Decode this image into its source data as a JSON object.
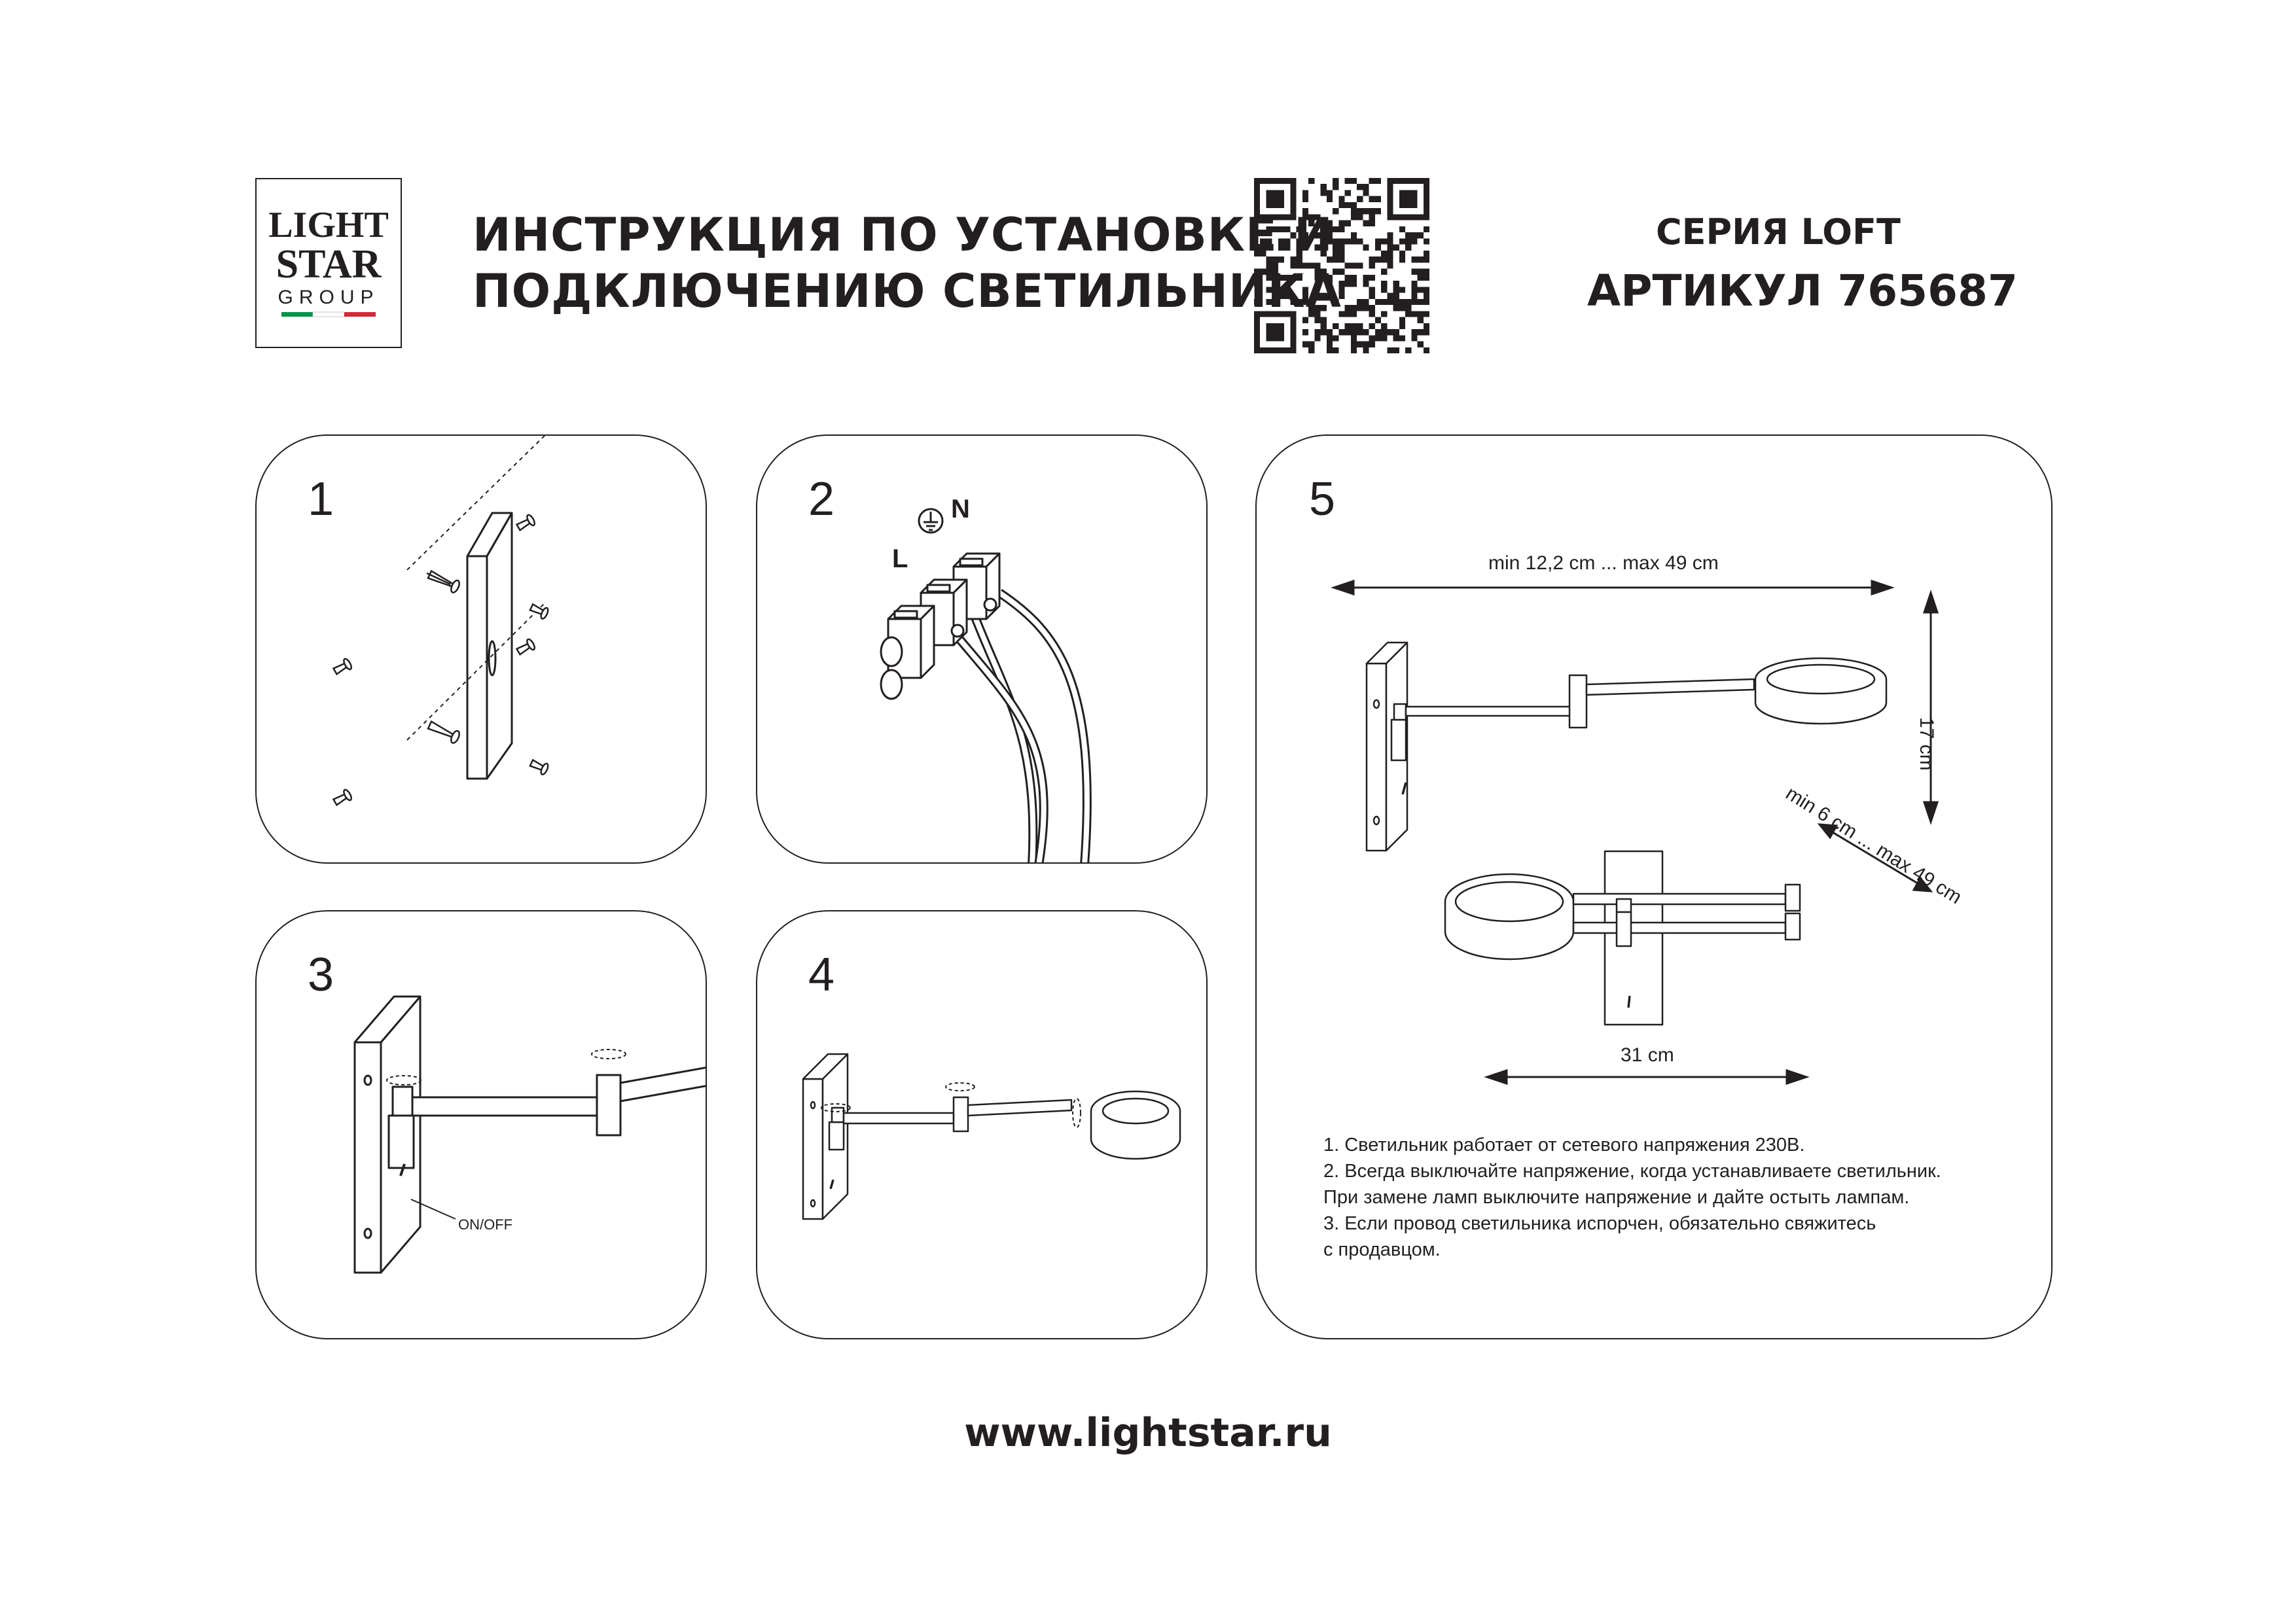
{
  "header": {
    "logo_text": [
      "LIGHT",
      "STAR",
      "GROUP"
    ],
    "title_line1": "ИНСТРУКЦИЯ ПО УСТАНОВКЕ И",
    "title_line2": "ПОДКЛЮЧЕНИЮ СВЕТИЛЬНИКА",
    "series": "СЕРИЯ LOFT",
    "article": "АРТИКУЛ 765687"
  },
  "panels": [
    {
      "number": "1"
    },
    {
      "number": "2",
      "labels": {
        "neutral": "N",
        "live": "L"
      }
    },
    {
      "number": "3",
      "labels": {
        "switch": "ON/OFF"
      }
    },
    {
      "number": "4"
    },
    {
      "number": "5",
      "dimensions": {
        "reach": "min 12,2 cm ... max 49 cm",
        "height": "17 cm",
        "swing": "min 6 cm ... max 49 cm",
        "width": "31 cm"
      }
    }
  ],
  "notes": [
    "1. Светильник работает от сетевого напряжения 230В.",
    "2. Всегда выключайте напряжение, когда устанавливаете светильник.",
    "При замене ламп выключите напряжение и дайте остыть лампам.",
    "3. Если провод светильника испорчен, обязательно свяжитесь",
    "с продавцом."
  ],
  "footer": {
    "url": "www.lightstar.ru"
  },
  "colors": {
    "ink": "#231f20",
    "flag_green": "#009246",
    "flag_red": "#ce2b37"
  }
}
